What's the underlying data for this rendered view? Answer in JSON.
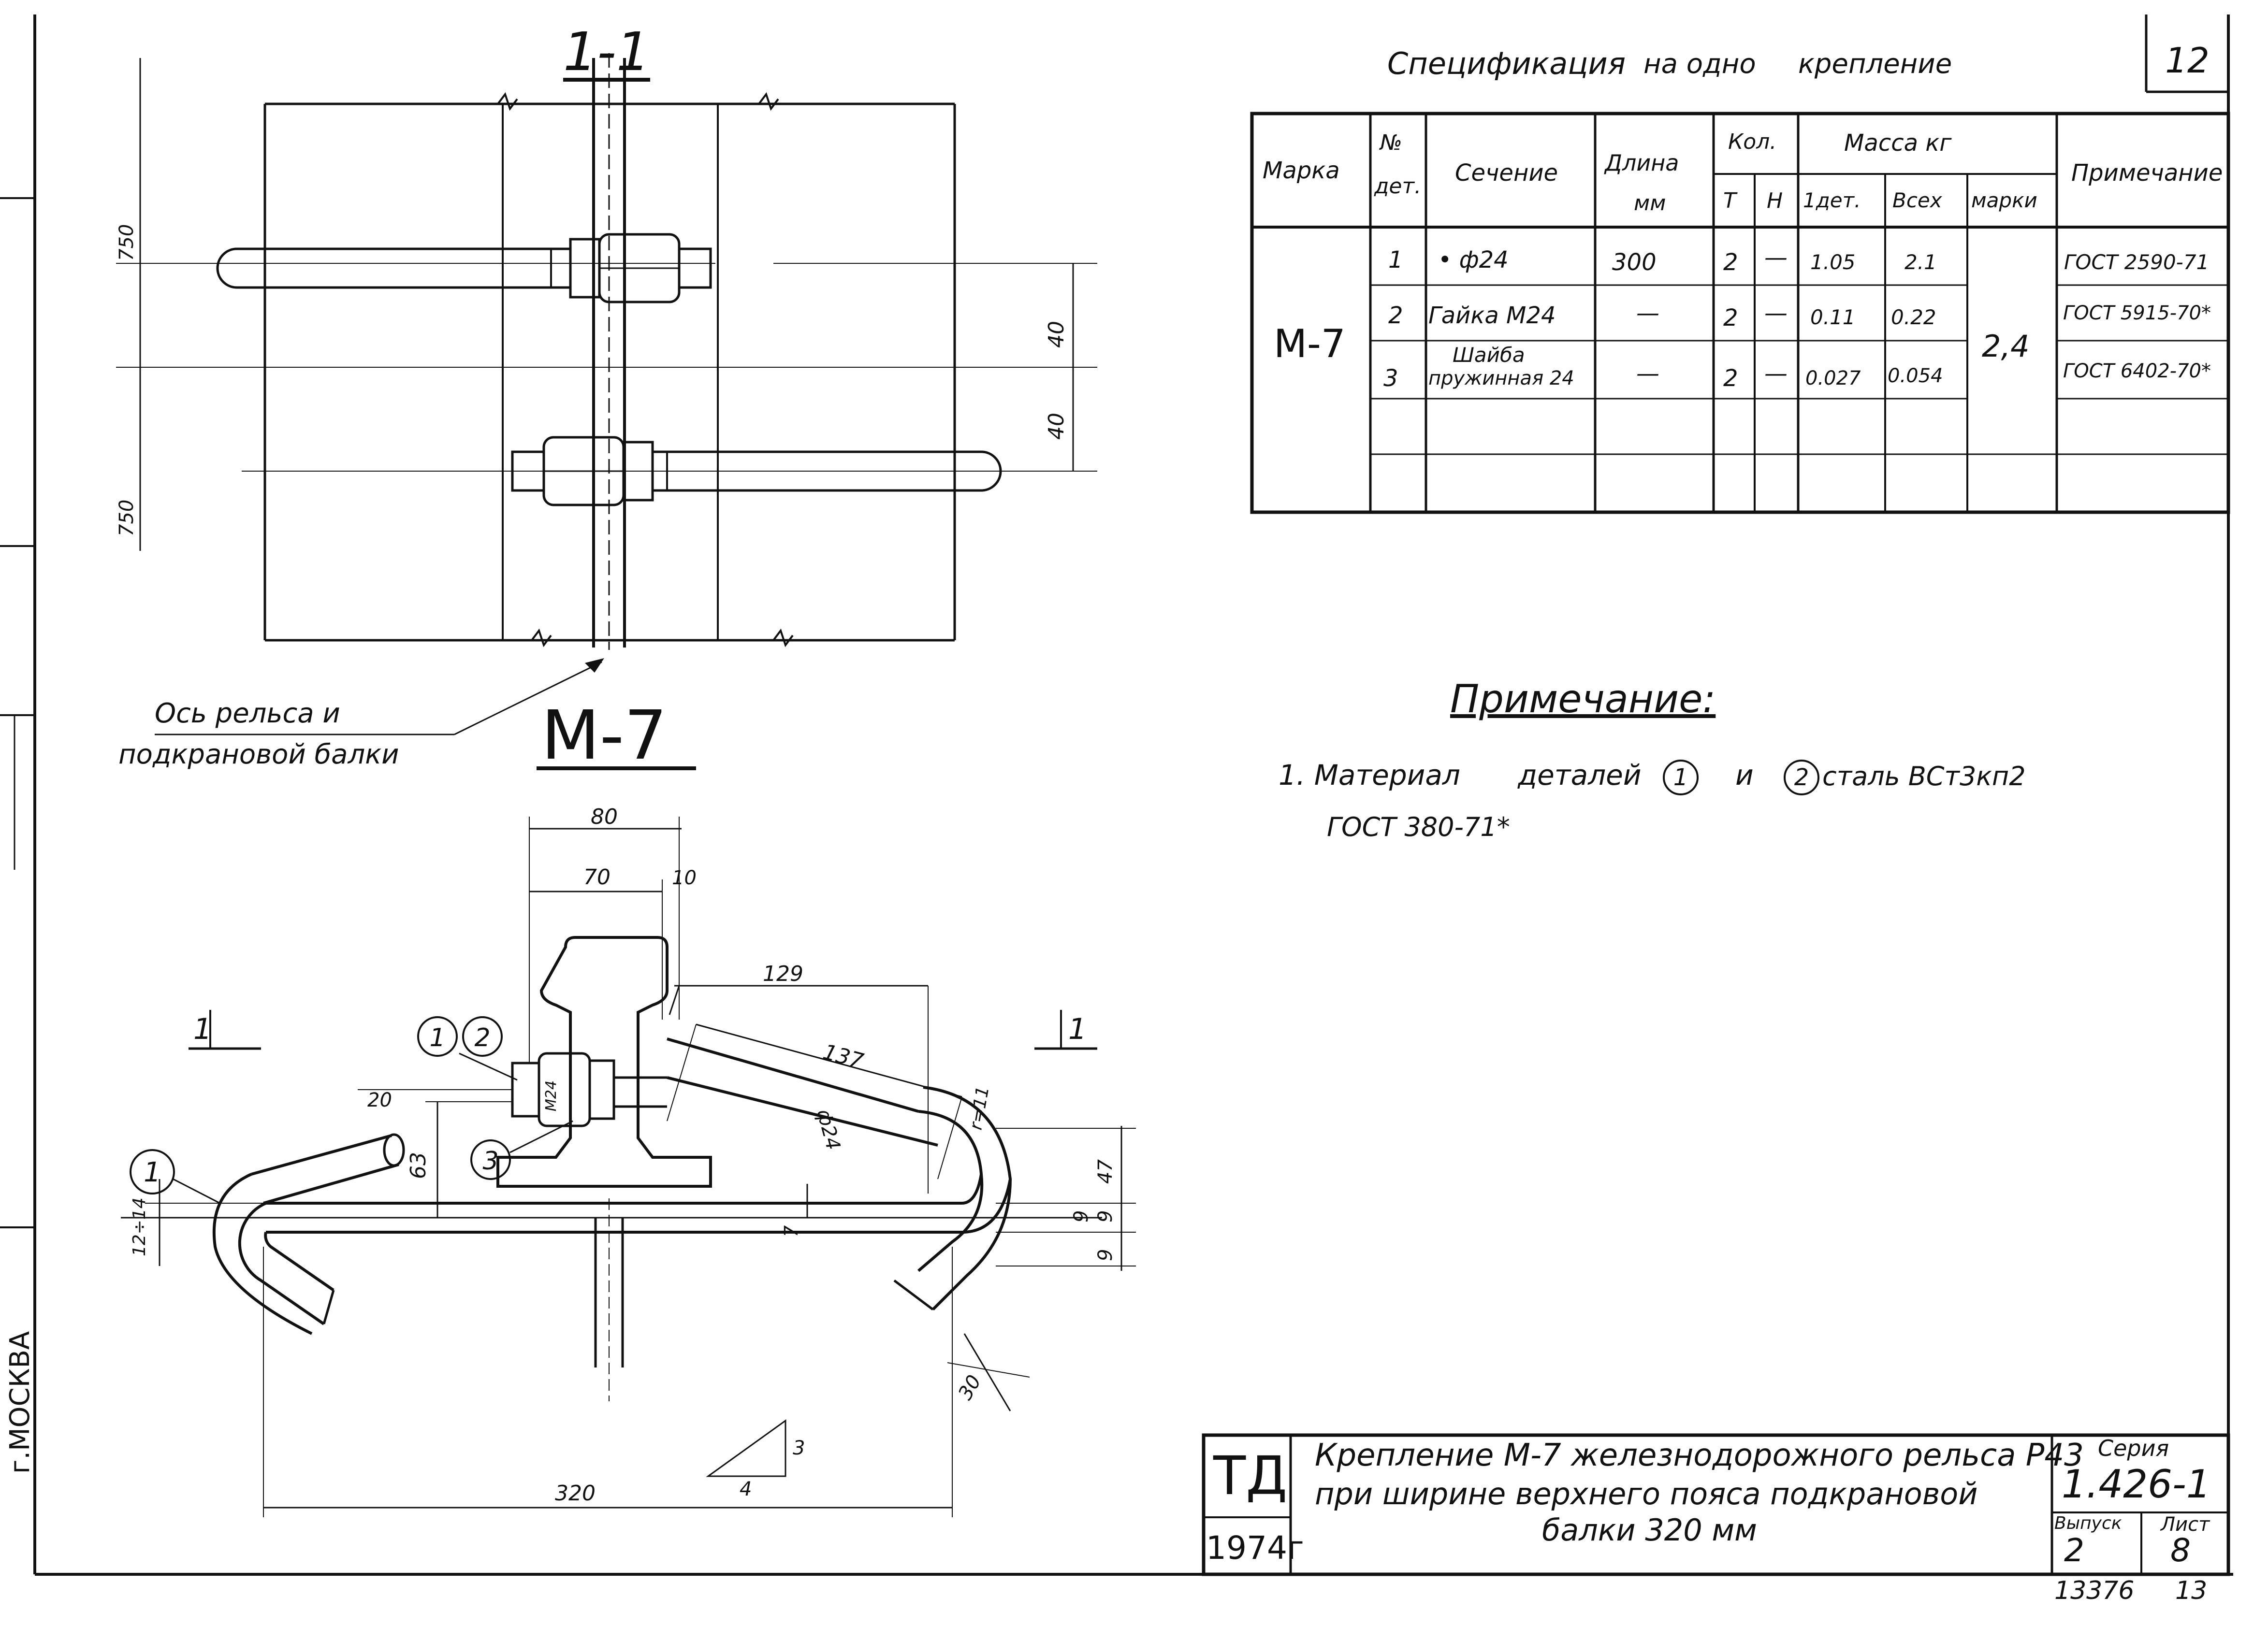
{
  "sheet_number": "12",
  "section_1_1": {
    "title": "1-1",
    "dim_750_top": "750",
    "dim_750_bottom": "750",
    "dim_40_top": "40",
    "dim_40_bottom": "40",
    "note_line1": "Ось рельса и",
    "note_line2": "подкрановой балки"
  },
  "detail": {
    "title": "М-7",
    "section_mark_left": "1",
    "section_mark_right": "1",
    "callout_1_left": "1",
    "callout_1_top": "1",
    "callout_2_top": "2",
    "callout_3": "3",
    "bolt_label": "М24",
    "dim_80": "80",
    "dim_70": "70",
    "dim_10": "10",
    "dim_129": "129",
    "dim_137": "137",
    "dim_20": "20",
    "dim_63": "63",
    "dim_12_14": "12÷14",
    "dim_phi24": "ф24",
    "dim_r11": "r=11",
    "dim_47": "47",
    "dim_9a": "9",
    "dim_9b": "9",
    "dim_9c": "9",
    "dim_7": "7",
    "dim_30": "30",
    "dim_320": "320",
    "slope_3": "3",
    "slope_4": "4"
  },
  "spec": {
    "title_word1": "Спецификация",
    "title_word2": "на одно",
    "title_word3": "крепление",
    "headers": {
      "marka": "Марка",
      "num": "№",
      "det": "дет.",
      "sechenie": "Сечение",
      "dlina": "Длина",
      "mm": "мм",
      "kol": "Кол.",
      "t": "Т",
      "n": "Н",
      "massa": "Масса кг",
      "odet": "1дет.",
      "vseh": "Всех",
      "marki": "марки",
      "primechanie": "Примечание"
    },
    "mark": "М-7",
    "mark_mass": "2,4",
    "rows": [
      {
        "num": "1",
        "section": "• ф24",
        "length": "300",
        "t": "2",
        "n": "—",
        "one": "1.05",
        "all": "2.1",
        "note": "ГОСТ 2590-71"
      },
      {
        "num": "2",
        "section": "Гайка М24",
        "length": "—",
        "t": "2",
        "n": "—",
        "one": "0.11",
        "all": "0.22",
        "note": "ГОСТ 5915-70*"
      },
      {
        "num": "3",
        "section_line1": "Шайба",
        "section_line2": "пружинная 24",
        "length": "—",
        "t": "2",
        "n": "—",
        "one": "0.027",
        "all": "0.054",
        "note": "ГОСТ 6402-70*"
      }
    ]
  },
  "notes": {
    "heading": "Примечание:",
    "line1_prefix": "1. Материал",
    "line1_word2": "деталей",
    "circle_1": "1",
    "and": "и",
    "circle_2": "2",
    "line1_suffix": "сталь ВСт3кп2",
    "line2": "ГОСТ 380-71*"
  },
  "title_block": {
    "logo": "ТД",
    "year": "1974г",
    "title_line1": "Крепление М-7 железнодорожного рельса Р43",
    "title_line2": "при ширине верхнего пояса подкрановой",
    "title_line3": "балки 320 мм",
    "series_label": "Серия",
    "series_value": "1.426-1",
    "issue_label": "Выпуск",
    "issue_value": "2",
    "sheet_label": "Лист",
    "sheet_value": "8"
  },
  "footer": {
    "code": "13376",
    "page": "13"
  },
  "margin_stamp": "г.МОСКВА"
}
